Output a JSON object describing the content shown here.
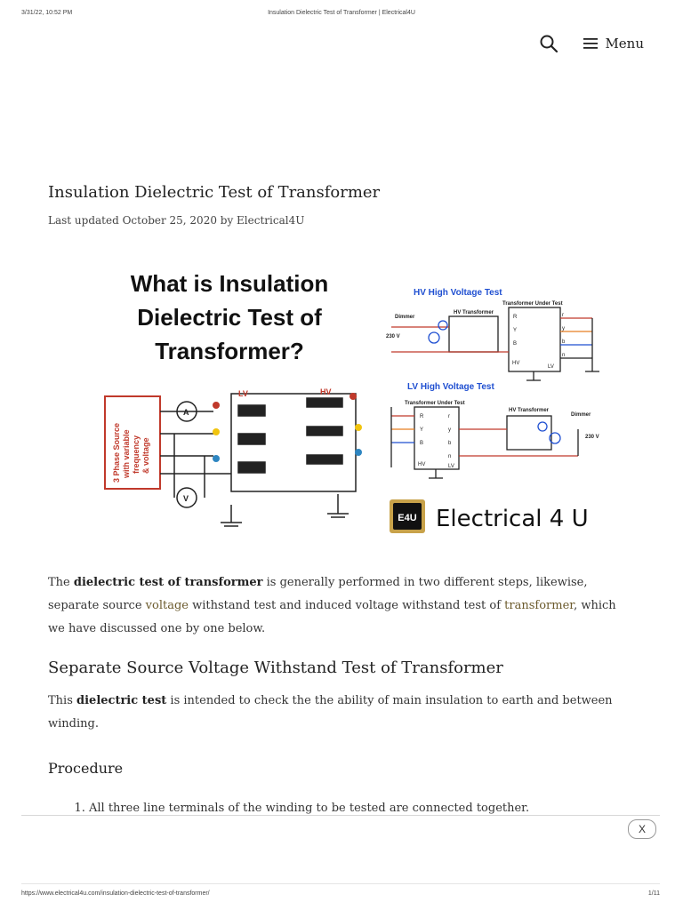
{
  "print_header": {
    "date": "3/31/22, 10:52 PM",
    "title": "Insulation Dielectric Test of Transformer | Electrical4U"
  },
  "nav": {
    "menu_label": "Menu"
  },
  "article": {
    "title": "Insulation Dielectric Test of Transformer",
    "meta": "Last updated October 25, 2020 by Electrical4U",
    "hero": {
      "heading_line1": "What is Insulation",
      "heading_line2": "Dielectric Test of",
      "heading_line3": "Transformer?",
      "hv_test_label": "HV High Voltage Test",
      "lv_test_label": "LV High Voltage Test",
      "transformer_under_test": "Transformer Under Test",
      "hv_transformer": "HV Transformer",
      "dimmer": "Dimmer",
      "v230": "230 V",
      "source_line1": "3 Phase Source",
      "source_line2": "with variable",
      "source_line3": "frequency",
      "source_line4": "& voltage",
      "lv": "LV",
      "hv": "HV",
      "ammeter": "A",
      "voltmeter": "V",
      "logo_badge": "E4U",
      "logo_text": "Electrical 4 U",
      "term_r": "r",
      "term_y": "y",
      "term_b": "b",
      "term_n": "n",
      "term_R": "R",
      "term_Y": "Y",
      "term_B": "B"
    },
    "p1": {
      "t1": "The ",
      "b1": "dielectric test of transformer",
      "t2": " is generally performed in two different steps, likewise, separate source ",
      "link1": "voltage",
      "t3": " withstand test and induced voltage withstand test of ",
      "link2": "transformer",
      "t4": ", which we have discussed one by one below."
    },
    "h2": "Separate Source Voltage Withstand Test of Transformer",
    "p2": {
      "t1": "This ",
      "b1": "dielectric test",
      "t2": " is intended to check the the ability of main insulation to earth and between winding."
    },
    "h3": "Procedure",
    "list": [
      "All three line terminals of the winding to be tested are connected together."
    ]
  },
  "banner": {
    "close_label": "X"
  },
  "print_footer": {
    "url": "https://www.electrical4u.com/insulation-dielectric-test-of-transformer/",
    "page": "1/11"
  },
  "colors": {
    "link": "#6b5a2c",
    "hero_red": "#c0392b",
    "hero_blue": "#1f4fd1",
    "logo_gold": "#c8a24a"
  }
}
